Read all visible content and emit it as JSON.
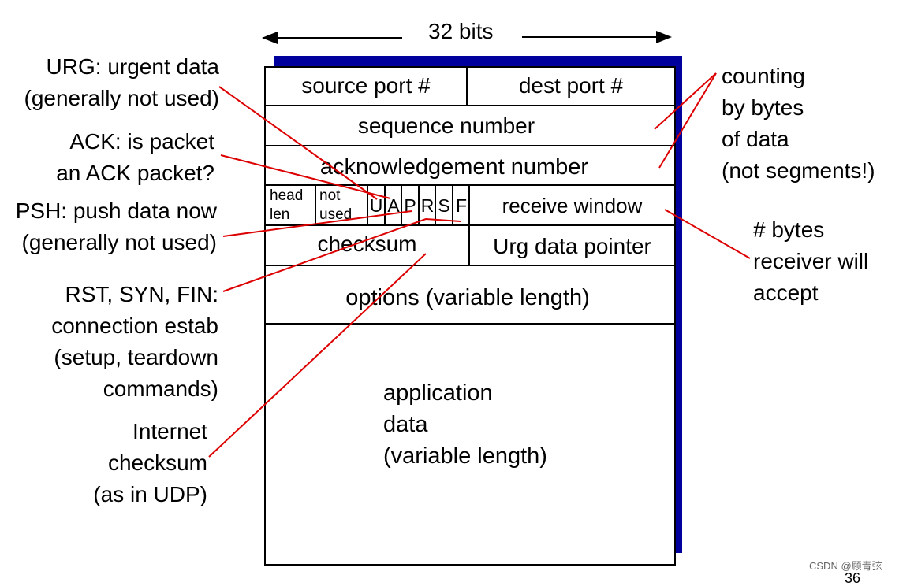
{
  "header": {
    "width_label": "32 bits"
  },
  "segment": {
    "source_port": "source port #",
    "dest_port": "dest port #",
    "sequence_number": "sequence number",
    "ack_number": "acknowledgement number",
    "head_len": [
      "head",
      "len"
    ],
    "not_used": [
      "not",
      "used"
    ],
    "flags": [
      "U",
      "A",
      "P",
      "R",
      "S",
      "F"
    ],
    "receive_window": "receive window",
    "checksum": "checksum",
    "urg_pointer": "Urg data pointer",
    "options": "options (variable length)",
    "app_data": [
      "application",
      "data",
      "(variable length)"
    ]
  },
  "annotations": {
    "urg": [
      "URG: urgent data",
      "(generally not used)"
    ],
    "ack": [
      "ACK: is packet",
      "an ACK packet?"
    ],
    "psh": [
      "PSH: push data now",
      "(generally not used)"
    ],
    "rst": [
      "RST, SYN, FIN:",
      "connection estab",
      "(setup, teardown",
      "commands)"
    ],
    "checksum": [
      "Internet",
      "checksum",
      "(as in UDP)"
    ],
    "counting": [
      "counting",
      "by bytes",
      "of data",
      "(not segments!)"
    ],
    "bytes": [
      "# bytes",
      "receiver will",
      "accept"
    ]
  },
  "footer": {
    "watermark": "CSDN @顾青弦",
    "page_number": "36"
  },
  "colors": {
    "accent_line": "#dd0000",
    "shadow": "#00009c"
  }
}
